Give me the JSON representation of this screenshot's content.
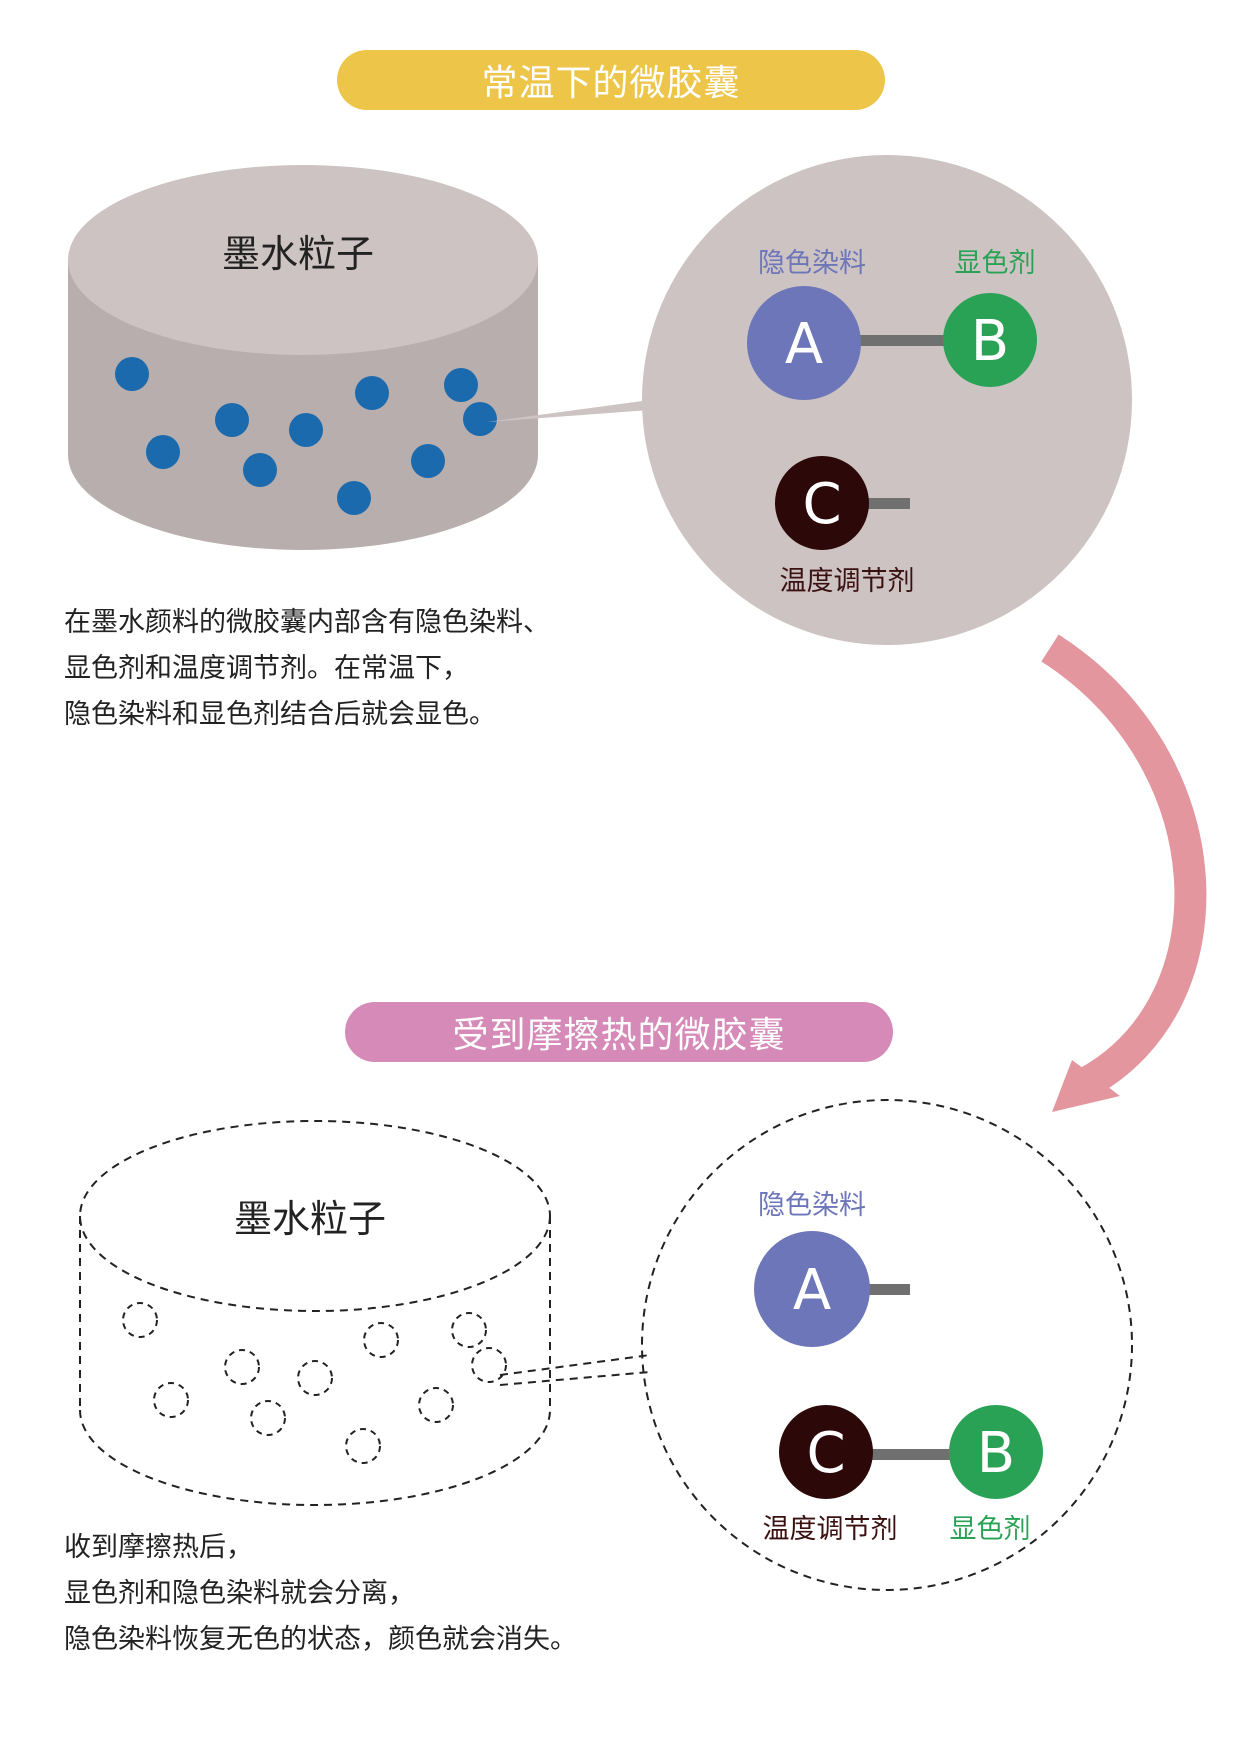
{
  "colors": {
    "pill_top": "#ecc549",
    "pill_bottom": "#d58ab8",
    "capsule": "#cdc3c3",
    "capsule_side": "#b9aeae",
    "particle_dot": "#1a6aad",
    "dye_a": "#6d76b8",
    "developer_b": "#2aa255",
    "regulator_c": "#2c0808",
    "connector": "#707070",
    "arrow": "#e4969e",
    "dye_label": "#6d76b8",
    "developer_label": "#2aa255",
    "regulator_label": "#3a1010"
  },
  "normal": {
    "title": "常温下的微胶囊",
    "particle_label": "墨水粒子",
    "dye_label": "隐色染料",
    "developer_label": "显色剂",
    "regulator_label": "温度调节剂",
    "node_a": "A",
    "node_b": "B",
    "node_c": "C",
    "description": [
      "在墨水颜料的微胶囊内部含有隐色染料、",
      "显色剂和温度调节剂。在常温下，",
      "隐色染料和显色剂结合后就会显色。"
    ]
  },
  "heated": {
    "title": "受到摩擦热的微胶囊",
    "particle_label": "墨水粒子",
    "dye_label": "隐色染料",
    "developer_label": "显色剂",
    "regulator_label": "温度调节剂",
    "node_a": "A",
    "node_b": "B",
    "node_c": "C",
    "description": [
      "收到摩擦热后，",
      "显色剂和隐色染料就会分离，",
      "隐色染料恢复无色的状态，颜色就会消失。"
    ]
  }
}
